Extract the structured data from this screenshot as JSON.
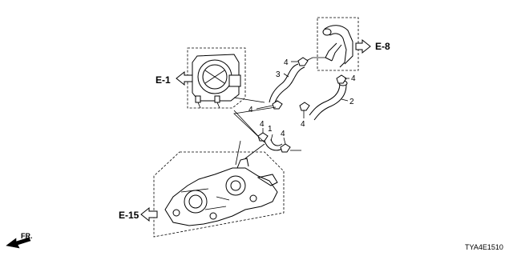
{
  "refs": {
    "e1": "E-1",
    "e8": "E-8",
    "e15": "E-15"
  },
  "callouts": {
    "p1": "1",
    "p2": "2",
    "p3": "3",
    "p4a": "4",
    "p4b": "4",
    "p4c": "4",
    "p4d": "4",
    "p4e": "4",
    "p4f": "4"
  },
  "front_label": "FR.",
  "diagram_code": "TYA4E1510"
}
